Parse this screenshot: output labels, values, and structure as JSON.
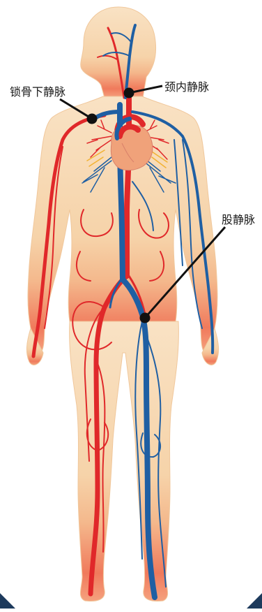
{
  "labels": {
    "subclavian_vein": "锁骨下静脉",
    "jugular_vein": "颈内静脉",
    "femoral_vein": "股静脉"
  },
  "colors": {
    "skin": "#f7d9b4",
    "skin_shade": "#f2bf8d",
    "leg_glow": "#f06d4f",
    "artery": "#e0282a",
    "vein": "#1f5fa3",
    "heart": "#f0a27a",
    "leader": "#111111",
    "corner": "#1d3a5c"
  }
}
